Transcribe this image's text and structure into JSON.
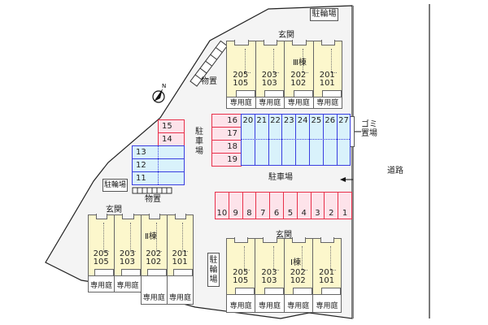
{
  "labels": {
    "bike_parking": "駐輪場",
    "entrance": "玄関",
    "storage": "物置",
    "parking": "駐車場",
    "garbage": "ゴミ置場",
    "road": "道路",
    "private_garden": "専用庭",
    "north": "N"
  },
  "buildings": [
    {
      "name": "Ⅲ棟",
      "units": [
        [
          "205",
          "105"
        ],
        [
          "203",
          "103"
        ],
        [
          "202",
          "102"
        ],
        [
          "201",
          "101"
        ]
      ]
    },
    {
      "name": "Ⅱ棟",
      "units": [
        [
          "205",
          "105"
        ],
        [
          "203",
          "103"
        ],
        [
          "202",
          "102"
        ],
        [
          "201",
          "101"
        ]
      ]
    },
    {
      "name": "Ⅰ棟",
      "units": [
        [
          "205",
          "105"
        ],
        [
          "203",
          "103"
        ],
        [
          "202",
          "102"
        ],
        [
          "201",
          "101"
        ]
      ]
    }
  ],
  "parking": {
    "left_pink": [
      "15",
      "14"
    ],
    "left_blue": [
      "13",
      "12",
      "11"
    ],
    "mid_pink": [
      "16",
      "17",
      "18",
      "19"
    ],
    "mid_blue": [
      "20",
      "21",
      "22",
      "23",
      "24",
      "25",
      "26",
      "27"
    ],
    "bottom_row": [
      "10",
      "9",
      "8",
      "7",
      "6",
      "5",
      "4",
      "3",
      "2",
      "1"
    ]
  },
  "colors": {
    "lot": "#f4f4f4",
    "unit": "#fcf7cc",
    "pink": "#fde3ea",
    "blue": "#d9f2fb"
  }
}
